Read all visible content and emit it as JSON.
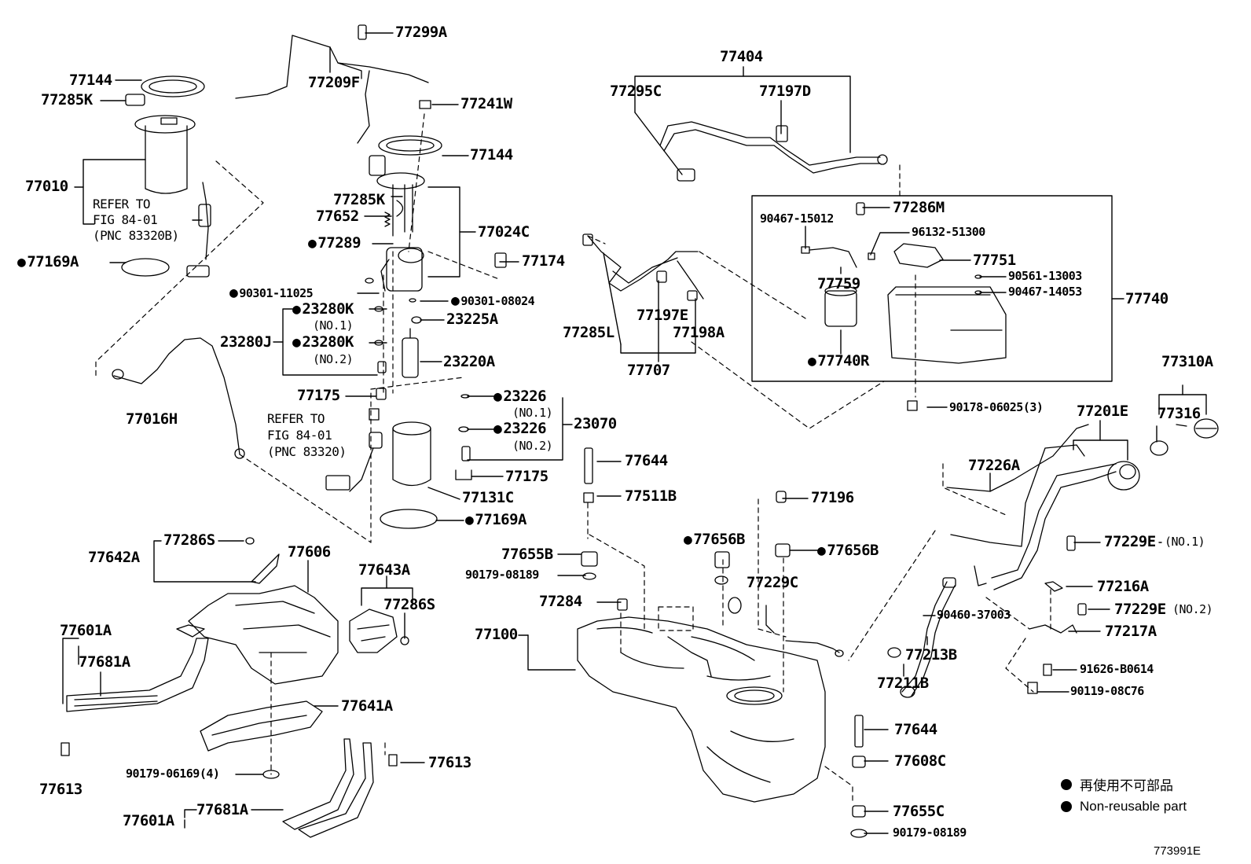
{
  "callouts": [
    {
      "id": "c1",
      "text": "77299A",
      "dot": false
    },
    {
      "id": "c2",
      "text": "77144",
      "dot": false
    },
    {
      "id": "c3",
      "text": "77285K",
      "dot": false
    },
    {
      "id": "c4",
      "text": "77209F",
      "dot": false
    },
    {
      "id": "c5",
      "text": "77241W",
      "dot": false
    },
    {
      "id": "c6",
      "text": "77144",
      "dot": false
    },
    {
      "id": "c7",
      "text": "77010",
      "dot": false
    },
    {
      "id": "c8",
      "text": "REFER TO",
      "dot": false
    },
    {
      "id": "c9",
      "text": "FIG 84-01",
      "dot": false
    },
    {
      "id": "c10",
      "text": "(PNC 83320B)",
      "dot": false
    },
    {
      "id": "c11",
      "text": "77285K",
      "dot": false
    },
    {
      "id": "c12",
      "text": "77652",
      "dot": false
    },
    {
      "id": "c13",
      "text": "77024C",
      "dot": false
    },
    {
      "id": "c14",
      "text": "77289",
      "dot": true
    },
    {
      "id": "c15",
      "text": "77169A",
      "dot": true
    },
    {
      "id": "c16",
      "text": "77174",
      "dot": false
    },
    {
      "id": "c17",
      "text": "90301-11025",
      "dot": true
    },
    {
      "id": "c18",
      "text": "90301-08024",
      "dot": true
    },
    {
      "id": "c19",
      "text": "23280K",
      "dot": true
    },
    {
      "id": "c20",
      "text": "(NO.1)",
      "dot": false
    },
    {
      "id": "c21",
      "text": "23225A",
      "dot": false
    },
    {
      "id": "c22",
      "text": "23280J",
      "dot": false
    },
    {
      "id": "c23",
      "text": "23280K",
      "dot": true
    },
    {
      "id": "c24",
      "text": "(NO.2)",
      "dot": false
    },
    {
      "id": "c25",
      "text": "23220A",
      "dot": false
    },
    {
      "id": "c26",
      "text": "77175",
      "dot": false
    },
    {
      "id": "c27",
      "text": "23226",
      "dot": true
    },
    {
      "id": "c28",
      "text": "(NO.1)",
      "dot": false
    },
    {
      "id": "c29",
      "text": "77016H",
      "dot": false
    },
    {
      "id": "c30",
      "text": "REFER TO",
      "dot": false
    },
    {
      "id": "c31",
      "text": "23226",
      "dot": true
    },
    {
      "id": "c32",
      "text": "23070",
      "dot": false
    },
    {
      "id": "c33",
      "text": "FIG 84-01",
      "dot": false
    },
    {
      "id": "c34",
      "text": "(NO.2)",
      "dot": false
    },
    {
      "id": "c35",
      "text": "(PNC 83320)",
      "dot": false
    },
    {
      "id": "c36",
      "text": "77644",
      "dot": false
    },
    {
      "id": "c37",
      "text": "77175",
      "dot": false
    },
    {
      "id": "c38",
      "text": "77131C",
      "dot": false
    },
    {
      "id": "c39",
      "text": "77511B",
      "dot": false
    },
    {
      "id": "c40",
      "text": "77169A",
      "dot": true
    },
    {
      "id": "c41",
      "text": "77404",
      "dot": false
    },
    {
      "id": "c42",
      "text": "77295C",
      "dot": false
    },
    {
      "id": "c43",
      "text": "77197D",
      "dot": false
    },
    {
      "id": "c44",
      "text": "90467-15012",
      "dot": false
    },
    {
      "id": "c45",
      "text": "77286M",
      "dot": false
    },
    {
      "id": "c46",
      "text": "96132-51300",
      "dot": false
    },
    {
      "id": "c47",
      "text": "77751",
      "dot": false
    },
    {
      "id": "c48",
      "text": "77759",
      "dot": false
    },
    {
      "id": "c49",
      "text": "90561-13003",
      "dot": false
    },
    {
      "id": "c50",
      "text": "90467-14053",
      "dot": false
    },
    {
      "id": "c51",
      "text": "77740",
      "dot": false
    },
    {
      "id": "c52",
      "text": "77285L",
      "dot": false
    },
    {
      "id": "c53",
      "text": "77197E",
      "dot": false
    },
    {
      "id": "c54",
      "text": "77198A",
      "dot": false
    },
    {
      "id": "c55",
      "text": "77707",
      "dot": false
    },
    {
      "id": "c56",
      "text": "77740R",
      "dot": true
    },
    {
      "id": "c57",
      "text": "77310A",
      "dot": false
    },
    {
      "id": "c58",
      "text": "90178-06025(3)",
      "dot": false
    },
    {
      "id": "c59",
      "text": "77201E",
      "dot": false
    },
    {
      "id": "c60",
      "text": "77316",
      "dot": false
    },
    {
      "id": "c61",
      "text": "77226A",
      "dot": false
    },
    {
      "id": "c62",
      "text": "77196",
      "dot": false
    },
    {
      "id": "c63",
      "text": "77286S",
      "dot": false
    },
    {
      "id": "c64",
      "text": "77642A",
      "dot": false
    },
    {
      "id": "c65",
      "text": "77606",
      "dot": false
    },
    {
      "id": "c66",
      "text": "77655B",
      "dot": false
    },
    {
      "id": "c67",
      "text": "77656B",
      "dot": true
    },
    {
      "id": "c68",
      "text": "77656B",
      "dot": true
    },
    {
      "id": "c69",
      "text": "77229E",
      "dot": false
    },
    {
      "id": "c70",
      "text": "(NO.1)",
      "dot": false
    },
    {
      "id": "c71",
      "text": "90179-08189",
      "dot": false
    },
    {
      "id": "c72",
      "text": "77643A",
      "dot": false
    },
    {
      "id": "c73",
      "text": "77229C",
      "dot": false
    },
    {
      "id": "c74",
      "text": "77216A",
      "dot": false
    },
    {
      "id": "c75",
      "text": "77284",
      "dot": false
    },
    {
      "id": "c76",
      "text": "77286S",
      "dot": false
    },
    {
      "id": "c77",
      "text": "90460-37003",
      "dot": false
    },
    {
      "id": "c78",
      "text": "77229E",
      "dot": false
    },
    {
      "id": "c79",
      "text": "(NO.2)",
      "dot": false
    },
    {
      "id": "c80",
      "text": "77601A",
      "dot": false
    },
    {
      "id": "c81",
      "text": "77100",
      "dot": false
    },
    {
      "id": "c82",
      "text": "77217A",
      "dot": false
    },
    {
      "id": "c83",
      "text": "77681A",
      "dot": false
    },
    {
      "id": "c84",
      "text": "77213B",
      "dot": false
    },
    {
      "id": "c85",
      "text": "91626-B0614",
      "dot": false
    },
    {
      "id": "c86",
      "text": "77211B",
      "dot": false
    },
    {
      "id": "c87",
      "text": "90119-08C76",
      "dot": false
    },
    {
      "id": "c88",
      "text": "77641A",
      "dot": false
    },
    {
      "id": "c89",
      "text": "77644",
      "dot": false
    },
    {
      "id": "c90",
      "text": "77613",
      "dot": false
    },
    {
      "id": "c91",
      "text": "77608C",
      "dot": false
    },
    {
      "id": "c92",
      "text": "77613",
      "dot": false
    },
    {
      "id": "c93",
      "text": "90179-06169(4)",
      "dot": false
    },
    {
      "id": "c94",
      "text": "77601A",
      "dot": false
    },
    {
      "id": "c95",
      "text": "77681A",
      "dot": false
    },
    {
      "id": "c96",
      "text": "77655C",
      "dot": false
    },
    {
      "id": "c97",
      "text": "90179-08189",
      "dot": false
    }
  ],
  "legend": {
    "line_ja": "再使用不可部品",
    "line_en": "Non-reusable part"
  },
  "figure_id": "773991E"
}
